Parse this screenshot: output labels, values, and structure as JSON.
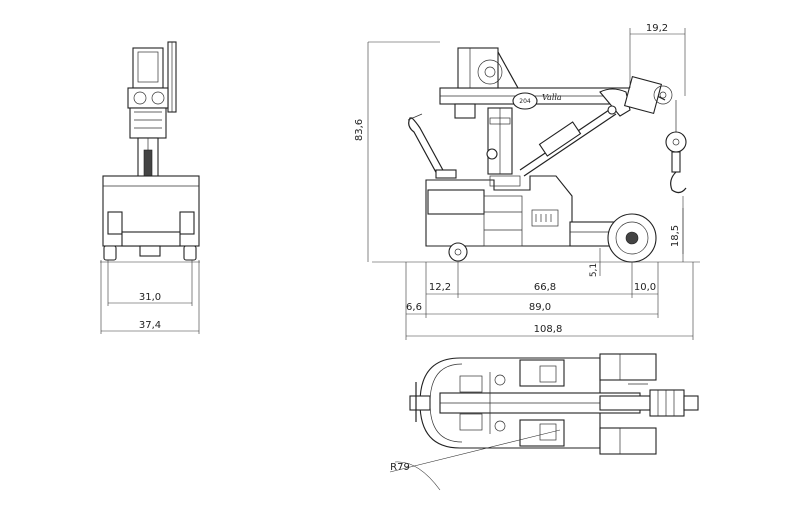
{
  "dimensions": {
    "height_total": "83,6",
    "hook_offset": "19,2",
    "wheel_height": "18,5",
    "ground_clearance": "5,1",
    "front_overhang": "12,2",
    "wheelbase": "66,8",
    "rear_overhang": "10,0",
    "chassis_length": "89,0",
    "rear_offset": "6,6",
    "total_length": "108,8",
    "track_width": "31,0",
    "total_width": "37,4",
    "turn_radius": "R79"
  },
  "labels": {
    "brand_logo": "Valla",
    "model_badge": "204"
  }
}
